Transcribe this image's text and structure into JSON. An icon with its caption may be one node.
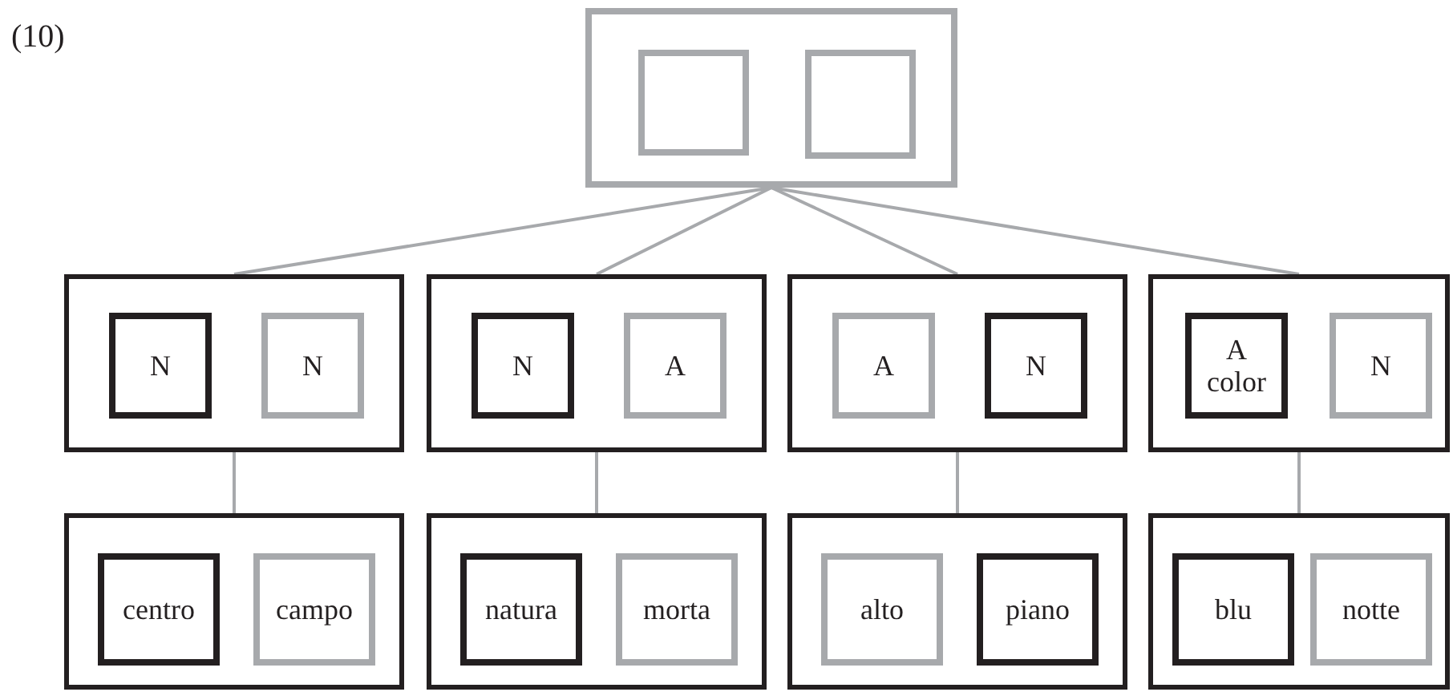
{
  "diagram": {
    "nodes": [
      {
        "text": [],
        "shape": "box"
      },
      {
        "text": [],
        "shape": "box",
        "in": 0
      },
      {
        "text": [],
        "shape": "box",
        "in": 0
      },
      {
        "text": [],
        "shape": "box"
      },
      {
        "text": [
          "N"
        ],
        "in": 3
      },
      {
        "text": [
          "N"
        ],
        "in": 3
      },
      {
        "text": [],
        "shape": "box"
      },
      {
        "text": [
          "N"
        ],
        "in": 6
      },
      {
        "text": [
          "A"
        ],
        "in": 6
      },
      {
        "text": [],
        "shape": "box"
      },
      {
        "text": [
          "A"
        ],
        "in": 9
      },
      {
        "text": [
          "N"
        ],
        "in": 9
      },
      {
        "text": [],
        "shape": "box"
      },
      {
        "text": [
          "A color"
        ],
        "in": 12
      },
      {
        "text": [
          "N"
        ],
        "in": 12
      },
      {
        "text": [],
        "shape": "box"
      },
      {
        "text": [
          "centro"
        ],
        "in": 15
      },
      {
        "text": [
          "campo"
        ],
        "in": 15
      },
      {
        "text": [],
        "shape": "box"
      },
      {
        "text": [
          "natura"
        ],
        "in": 18
      },
      {
        "text": [
          "morta"
        ],
        "in": 18
      },
      {
        "text": [],
        "shape": "box"
      },
      {
        "text": [
          "alto"
        ],
        "in": 21
      },
      {
        "text": [
          "piano"
        ],
        "in": 21
      },
      {
        "text": [],
        "shape": "box"
      },
      {
        "text": [
          "blu"
        ],
        "in": 24
      },
      {
        "text": [
          "notte"
        ],
        "in": 24
      }
    ],
    "edges": [
      {
        "from": 0,
        "to": 3,
        "arrow": "none"
      },
      {
        "from": 0,
        "to": 6,
        "arrow": "none"
      },
      {
        "from": 0,
        "to": 9,
        "arrow": "none"
      },
      {
        "from": 0,
        "to": 12,
        "arrow": "none"
      },
      {
        "from": 3,
        "to": 15,
        "arrow": "none"
      },
      {
        "from": 6,
        "to": 18,
        "arrow": "none"
      },
      {
        "from": 9,
        "to": 21,
        "arrow": "none"
      },
      {
        "from": 12,
        "to": 24,
        "arrow": "none"
      }
    ],
    "labels": [
      "(10)"
    ]
  }
}
